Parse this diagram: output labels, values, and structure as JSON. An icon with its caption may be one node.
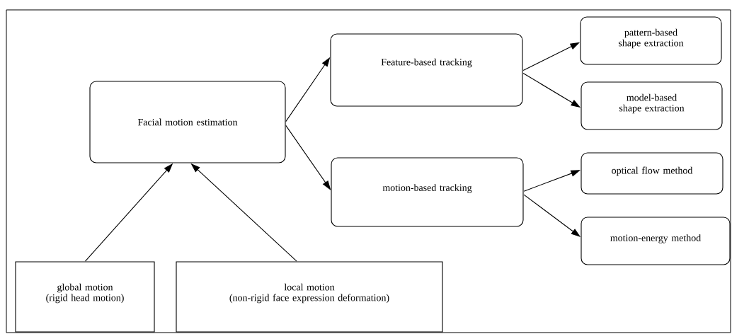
{
  "diagram": {
    "nodes": [
      {
        "text": [
          "Facial motion estimation"
        ]
      },
      {
        "text": [
          "Feature-based tracking"
        ]
      },
      {
        "text": [
          "motion-based tracking"
        ]
      },
      {
        "text": [
          "pattern-based shape extraction"
        ]
      },
      {
        "text": [
          "model-based shape extraction"
        ]
      },
      {
        "text": [
          "optical flow method"
        ]
      },
      {
        "text": [
          "motion-energy method"
        ]
      },
      {
        "text": [
          "global motion",
          "(rigid head motion)"
        ]
      },
      {
        "text": [
          "local motion",
          "(non-rigid face expression deformation)"
        ]
      }
    ],
    "edges": [
      {
        "from": 7,
        "to": 0,
        "arrow": "to"
      },
      {
        "from": 8,
        "to": 0,
        "arrow": "to"
      },
      {
        "from": 0,
        "to": 1,
        "arrow": "to"
      },
      {
        "from": 0,
        "to": 2,
        "arrow": "to"
      },
      {
        "from": 1,
        "to": 3,
        "arrow": "to"
      },
      {
        "from": 1,
        "to": 4,
        "arrow": "to"
      },
      {
        "from": 2,
        "to": 5,
        "arrow": "to"
      },
      {
        "from": 2,
        "to": 6,
        "arrow": "to"
      }
    ]
  }
}
